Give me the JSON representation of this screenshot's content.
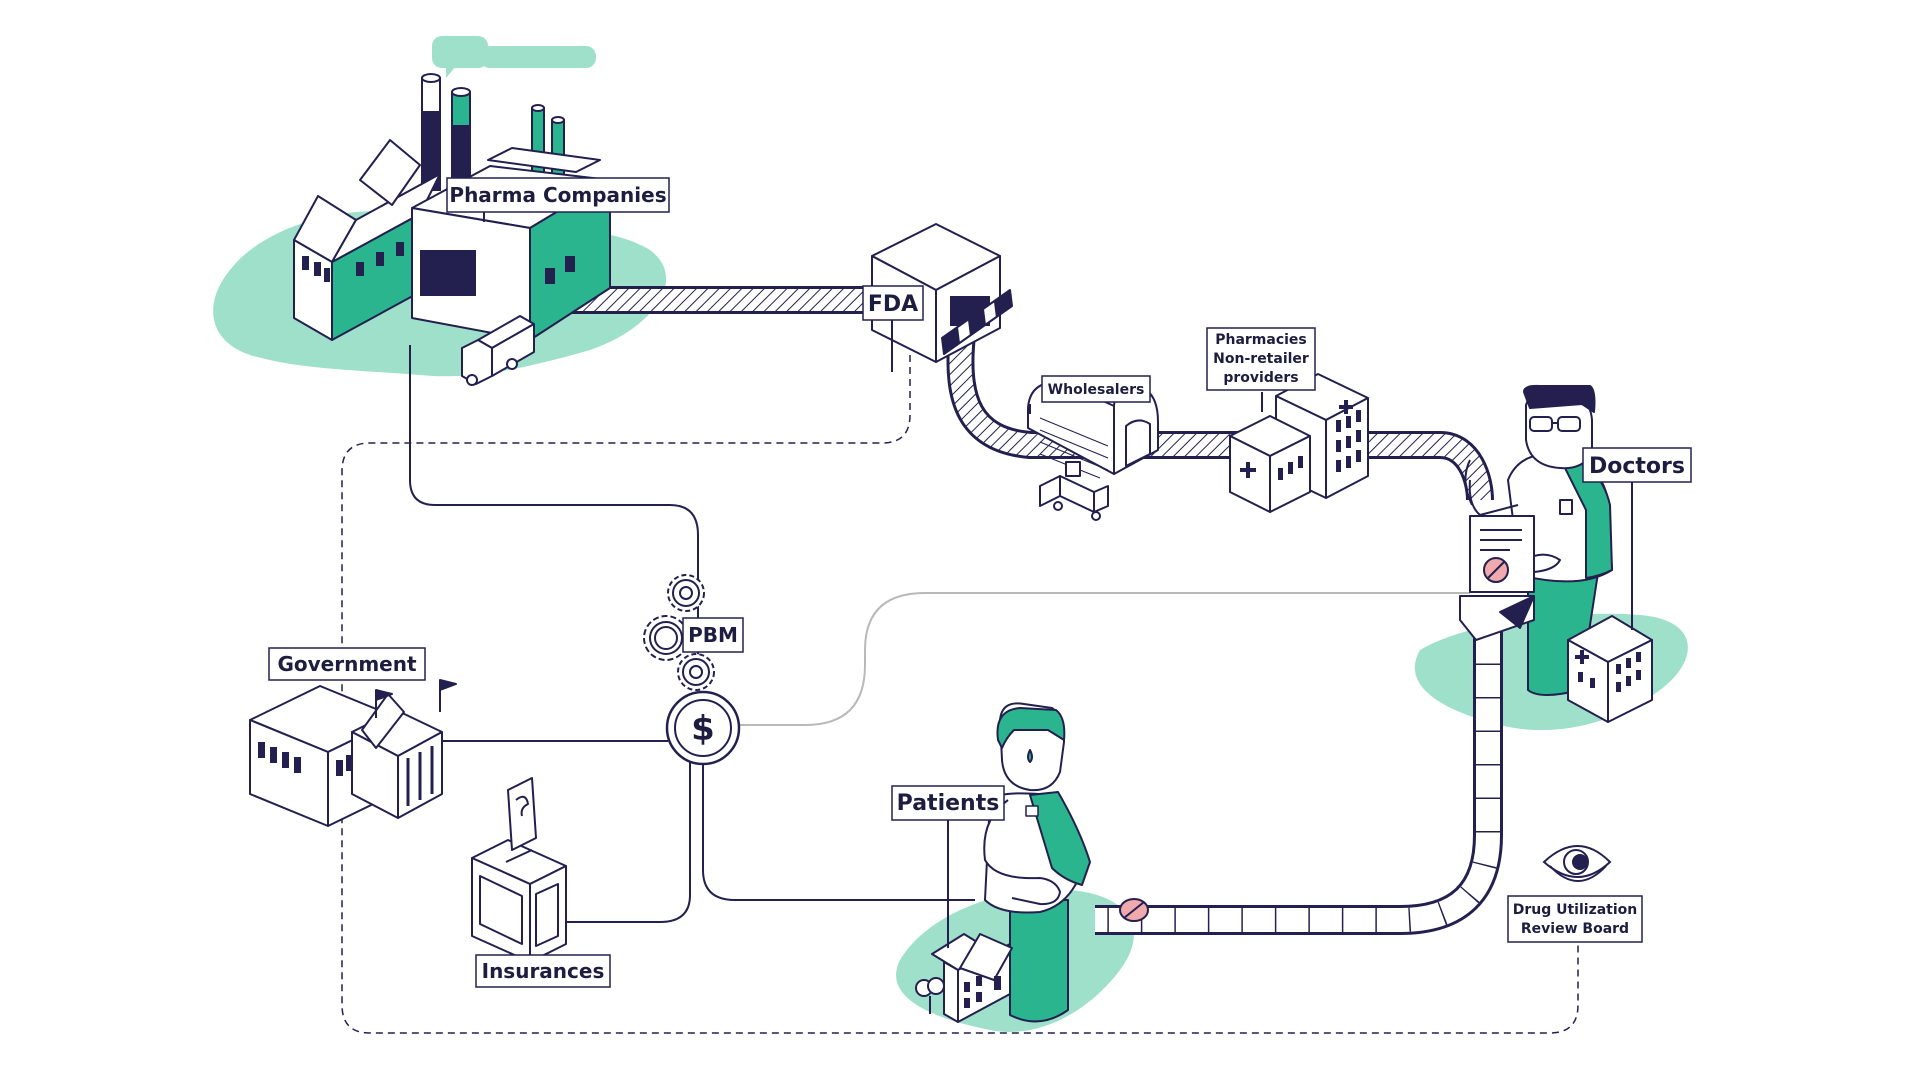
{
  "colors": {
    "navy": "#23204f",
    "teal": "#2bb58f",
    "mint": "#9fe0cb",
    "white": "#ffffff",
    "pill": "#f0a9ad",
    "grey": "#b9b9b9"
  },
  "labels": {
    "pharma": "Pharma Companies",
    "fda": "FDA",
    "wholesalers": "Wholesalers",
    "pharmacies": [
      "Pharmacies",
      "Non-retailer",
      "providers"
    ],
    "doctors": "Doctors",
    "pbm": "PBM",
    "dollar": "$",
    "government": "Government",
    "insurances": "Insurances",
    "patients": "Patients",
    "durb": [
      "Drug Utilization",
      "Review Board"
    ]
  },
  "icons": {
    "speech": "speech-bubble-icon",
    "gears": "gear-icon",
    "coin": "dollar-coin-icon",
    "eye": "eye-icon",
    "ballot": "ballot-box-icon",
    "truck": "truck-icon"
  }
}
